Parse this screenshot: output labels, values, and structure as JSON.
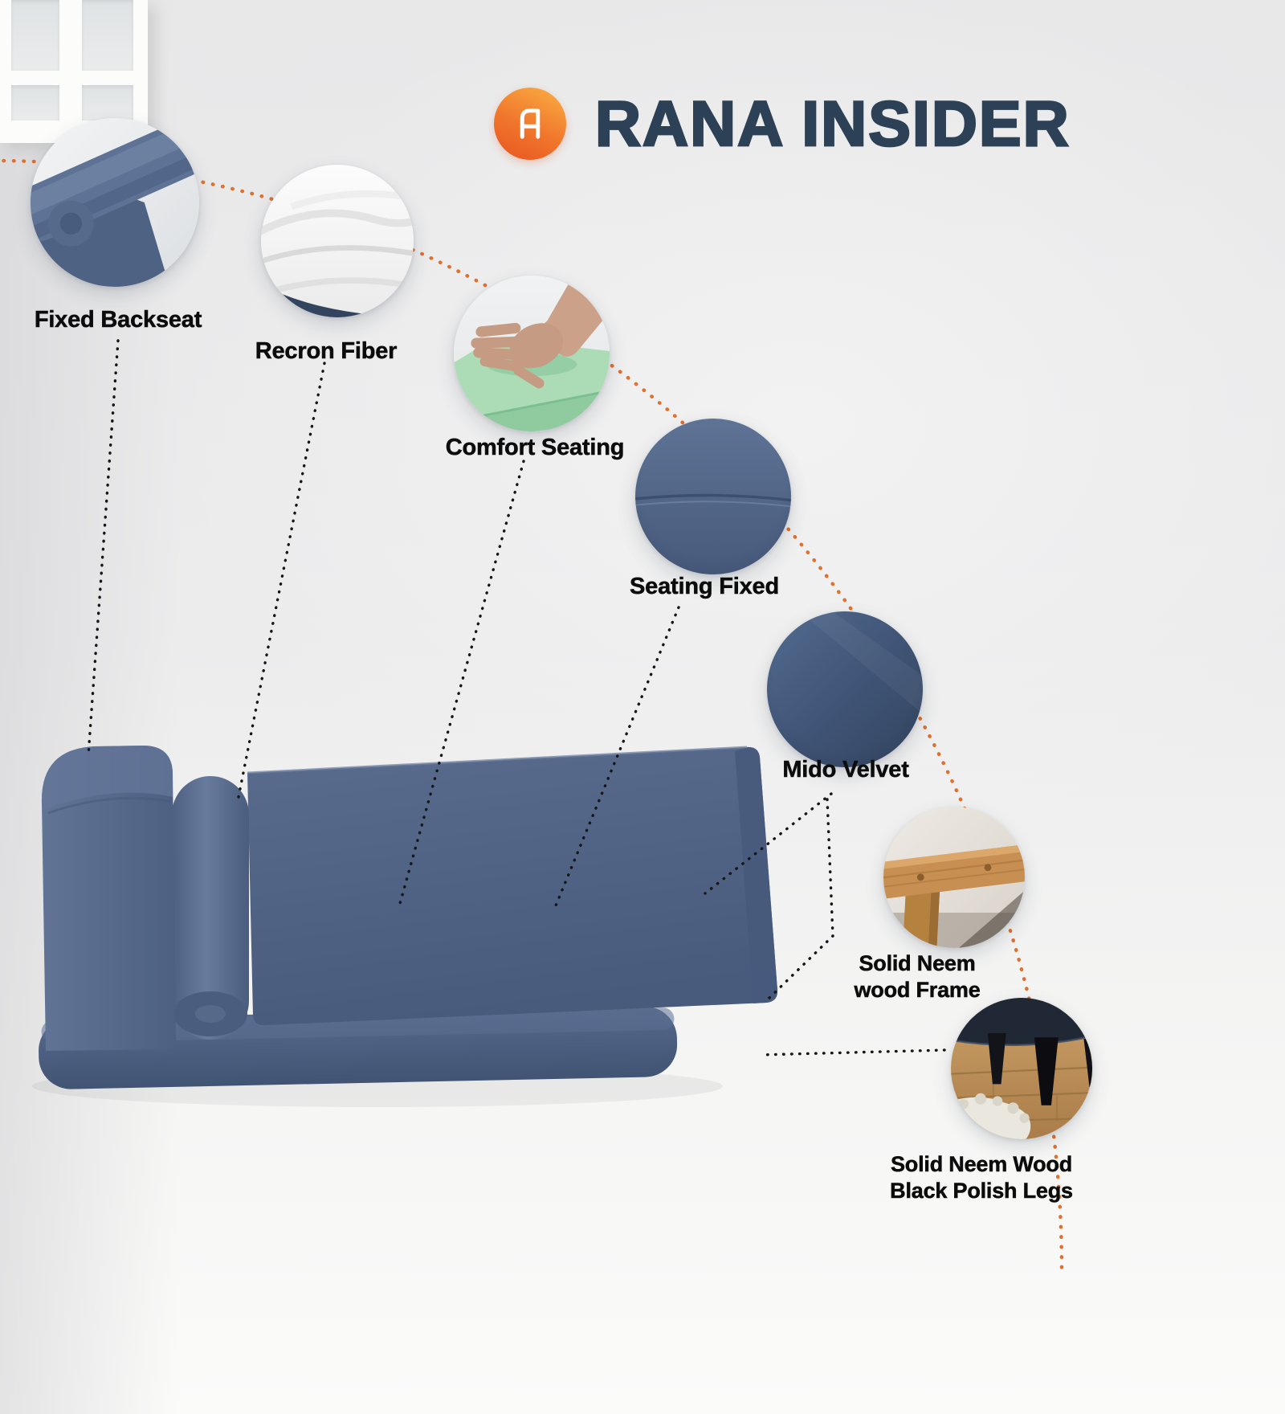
{
  "brand": {
    "title": "RANA INSIDER",
    "logo_icon": "chair-icon",
    "logo_gradient_top": "#f9a840",
    "logo_gradient_bottom": "#e85420",
    "title_color": "#2d4156"
  },
  "features": [
    {
      "label": "Fixed Backseat",
      "image": "blue-sofa-backrest-roll-closeup"
    },
    {
      "label": "Recron Fiber",
      "image": "white-recron-fiber-fill-closeup"
    },
    {
      "label": "Comfort Seating",
      "image": "hand-pressing-green-foam"
    },
    {
      "label": "Seating Fixed",
      "image": "blue-upholstered-seat-with-seam"
    },
    {
      "label": "Mido Velvet",
      "image": "blue-velvet-fabric-closeup"
    },
    {
      "label": "Solid Neem\nwood Frame",
      "image": "neem-wood-frame-corner"
    },
    {
      "label": "Solid Neem Wood\nBlack Polish Legs",
      "image": "black-polish-legs-on-wood-floor"
    }
  ],
  "colors": {
    "accent_arc_orange": "#e0702e",
    "leader_line_black": "#161616",
    "label_text": "#0c0c0c",
    "sofa_blue": "#54688a",
    "foam_green": "#abdcb6",
    "wood_tan": "#c78f51",
    "wall_gray": "#ececed"
  }
}
